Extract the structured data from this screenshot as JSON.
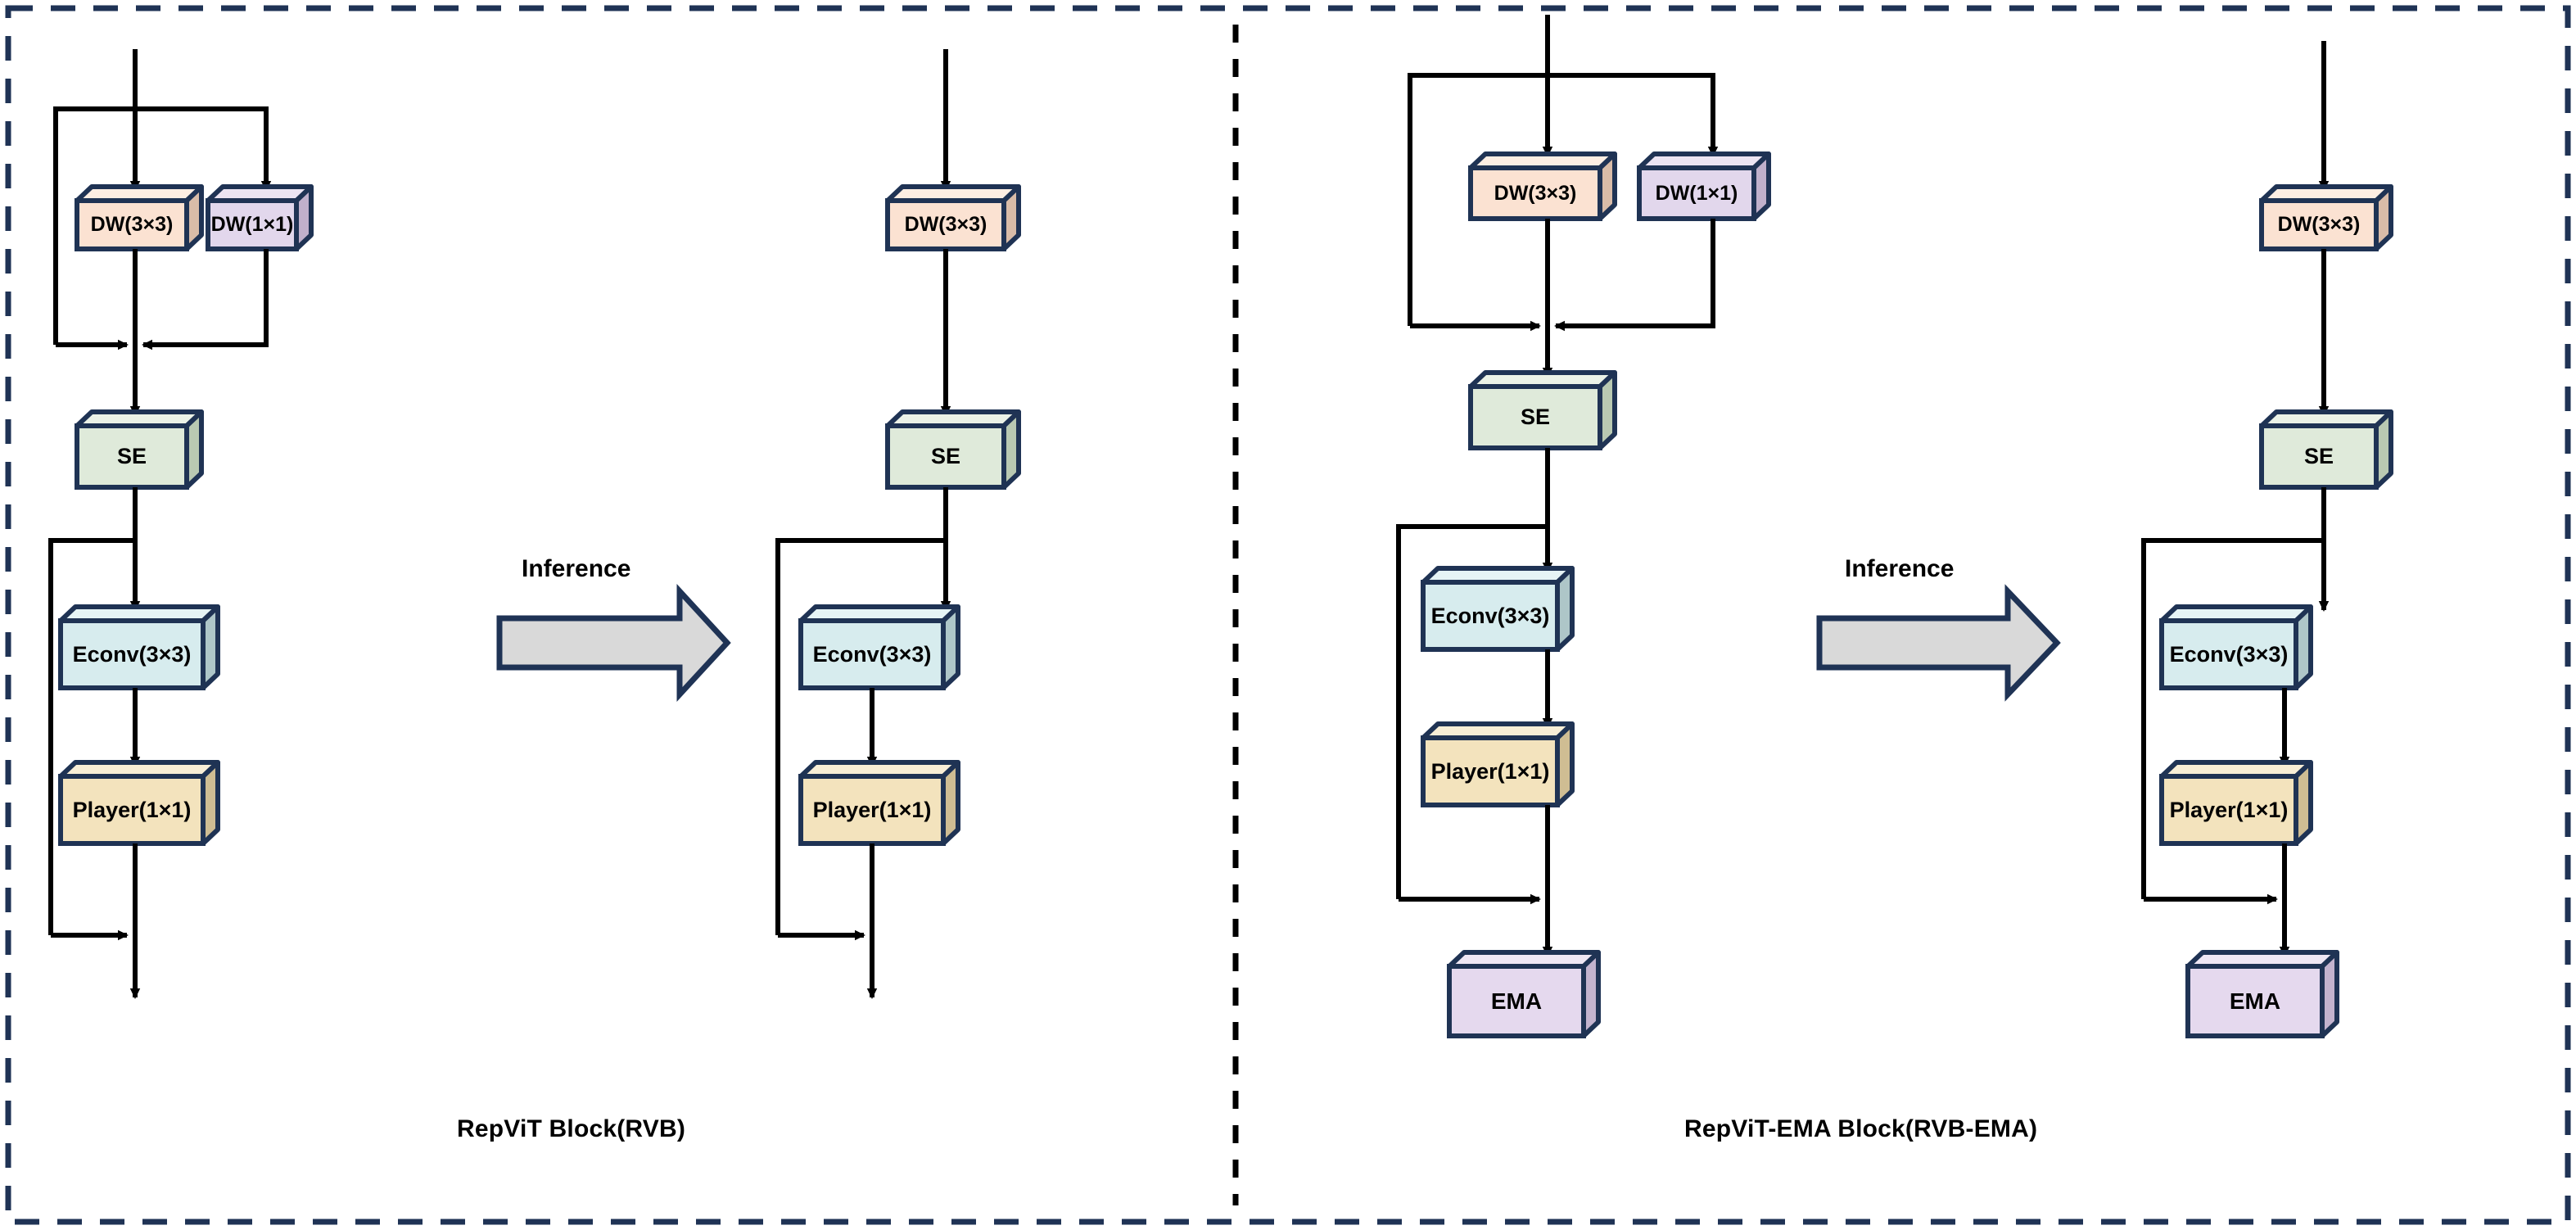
{
  "figure": {
    "style": {
      "outer_border_color": "#1f3355",
      "divider_color": "#000000",
      "box_stroke": "#1f3354",
      "arrow_color": "#000000",
      "inference_arrow_fill": "#d9d9d9",
      "inference_arrow_stroke": "#1f3355",
      "background": "#ffffff"
    },
    "block_colors": {
      "dw3x3": "#fbe2d2",
      "dw3x3_top": "#fdeee3",
      "dw3x3_side": "#d9bca8",
      "dw1x1": "#e2d7ec",
      "dw1x1_top": "#ece4f2",
      "dw1x1_side": "#c0b0cb",
      "se": "#dfeada",
      "se_top": "#ebf2e7",
      "se_side": "#b9c9b2",
      "econv": "#d7ecee",
      "econv_top": "#e6f4f5",
      "econv_side": "#aec6c8",
      "player": "#f3e3bd",
      "player_top": "#f8eed6",
      "player_side": "#cfbd93",
      "ema": "#e5d9ee",
      "ema_top": "#efe7f4",
      "ema_side": "#c3b3ce"
    }
  },
  "panels": [
    {
      "id": "left",
      "caption": "RepViT Block(RVB)",
      "inference_label": "Inference",
      "train_blocks": [
        {
          "name": "dw3x3",
          "label": "DW(3×3)"
        },
        {
          "name": "dw1x1",
          "label": "DW(1×1)"
        },
        {
          "name": "se",
          "label": "SE"
        },
        {
          "name": "econv",
          "label": "Econv(3×3)"
        },
        {
          "name": "player",
          "label": "Player(1×1)"
        }
      ],
      "inference_blocks": [
        {
          "name": "dw3x3",
          "label": "DW(3×3)"
        },
        {
          "name": "se",
          "label": "SE"
        },
        {
          "name": "econv",
          "label": "Econv(3×3)"
        },
        {
          "name": "player",
          "label": "Player(1×1)"
        }
      ]
    },
    {
      "id": "right",
      "caption": "RepViT-EMA Block(RVB-EMA)",
      "inference_label": "Inference",
      "train_blocks": [
        {
          "name": "dw3x3",
          "label": "DW(3×3)"
        },
        {
          "name": "dw1x1",
          "label": "DW(1×1)"
        },
        {
          "name": "se",
          "label": "SE"
        },
        {
          "name": "econv",
          "label": "Econv(3×3)"
        },
        {
          "name": "player",
          "label": "Player(1×1)"
        },
        {
          "name": "ema",
          "label": "EMA"
        }
      ],
      "inference_blocks": [
        {
          "name": "dw3x3",
          "label": "DW(3×3)"
        },
        {
          "name": "se",
          "label": "SE"
        },
        {
          "name": "econv",
          "label": "Econv(3×3)"
        },
        {
          "name": "player",
          "label": "Player(1×1)"
        },
        {
          "name": "ema",
          "label": "EMA"
        }
      ]
    }
  ]
}
